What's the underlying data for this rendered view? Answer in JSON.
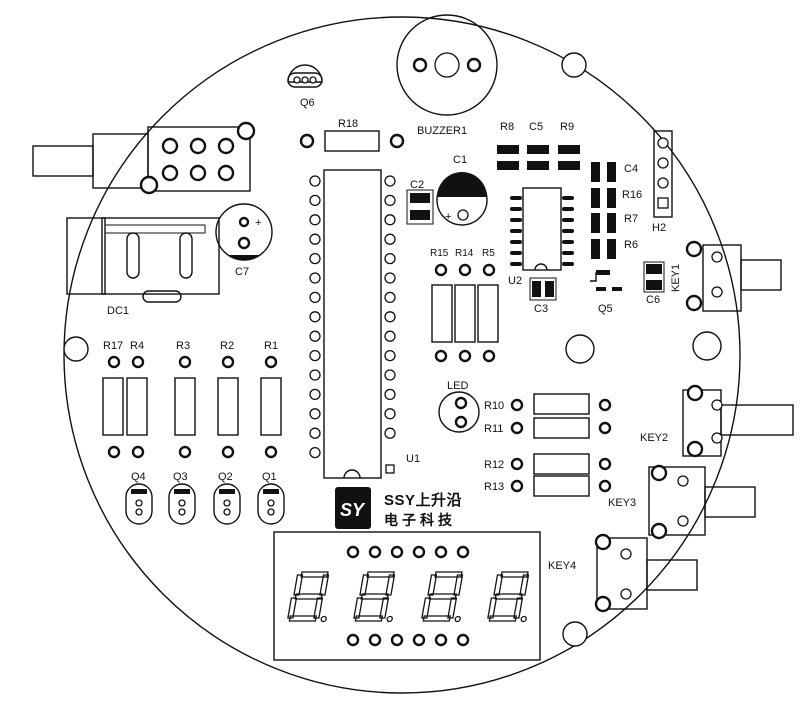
{
  "labels": {
    "q6": "Q6",
    "r18": "R18",
    "buzzer": "BUZZER1",
    "r8": "R8",
    "c5": "C5",
    "r9": "R9",
    "c1": "C1",
    "c1_plus": "+",
    "c2": "C2",
    "c4": "C4",
    "r16": "R16",
    "r7": "R7",
    "r6": "R6",
    "h2": "H2",
    "c7": "C7",
    "c7_plus": "+",
    "dc1": "DC1",
    "r15": "R15",
    "r14": "R14",
    "r5": "R5",
    "u2": "U2",
    "c3": "C3",
    "q5": "Q5",
    "c6": "C6",
    "key1": "KEY1",
    "key2": "KEY2",
    "key3": "KEY3",
    "key4": "KEY4",
    "r17": "R17",
    "r4": "R4",
    "r3": "R3",
    "r2": "R2",
    "r1": "R1",
    "q4": "Q4",
    "q3": "Q3",
    "q2": "Q2",
    "q1": "Q1",
    "led": "LED",
    "r10": "R10",
    "r11": "R11",
    "r12": "R12",
    "r13": "R13",
    "u1": "U1"
  },
  "logo": {
    "mark": "SY",
    "brand": "SSY上升沿",
    "subtitle": "电子科技"
  }
}
